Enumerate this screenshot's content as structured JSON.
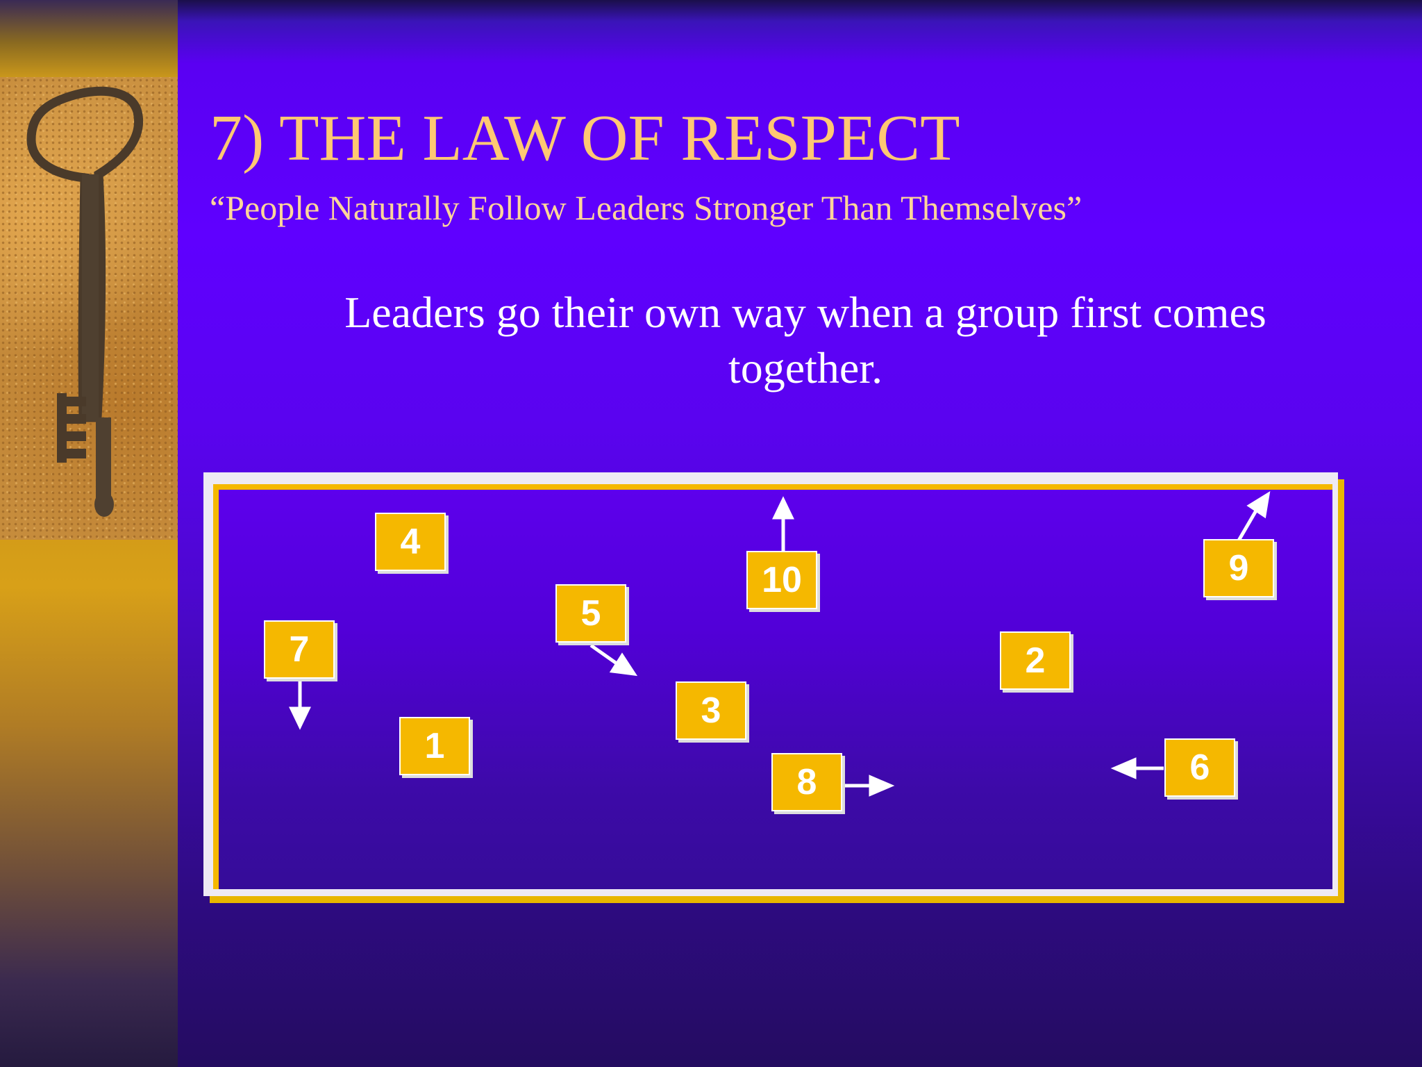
{
  "slide": {
    "title": "7) THE LAW OF RESPECT",
    "subtitle": "“People Naturally Follow Leaders Stronger Than Themselves”",
    "body": "Leaders go their own way when a group first comes together."
  },
  "diagram": {
    "boxes": [
      {
        "id": "box-4",
        "label": "4"
      },
      {
        "id": "box-10",
        "label": "10"
      },
      {
        "id": "box-9",
        "label": "9"
      },
      {
        "id": "box-5",
        "label": "5"
      },
      {
        "id": "box-7",
        "label": "7"
      },
      {
        "id": "box-2",
        "label": "2"
      },
      {
        "id": "box-3",
        "label": "3"
      },
      {
        "id": "box-1",
        "label": "1"
      },
      {
        "id": "box-8",
        "label": "8"
      },
      {
        "id": "box-6",
        "label": "6"
      }
    ]
  },
  "colors": {
    "accent": "#f5b800",
    "title": "#ffc873",
    "background": "#5f00ff"
  }
}
